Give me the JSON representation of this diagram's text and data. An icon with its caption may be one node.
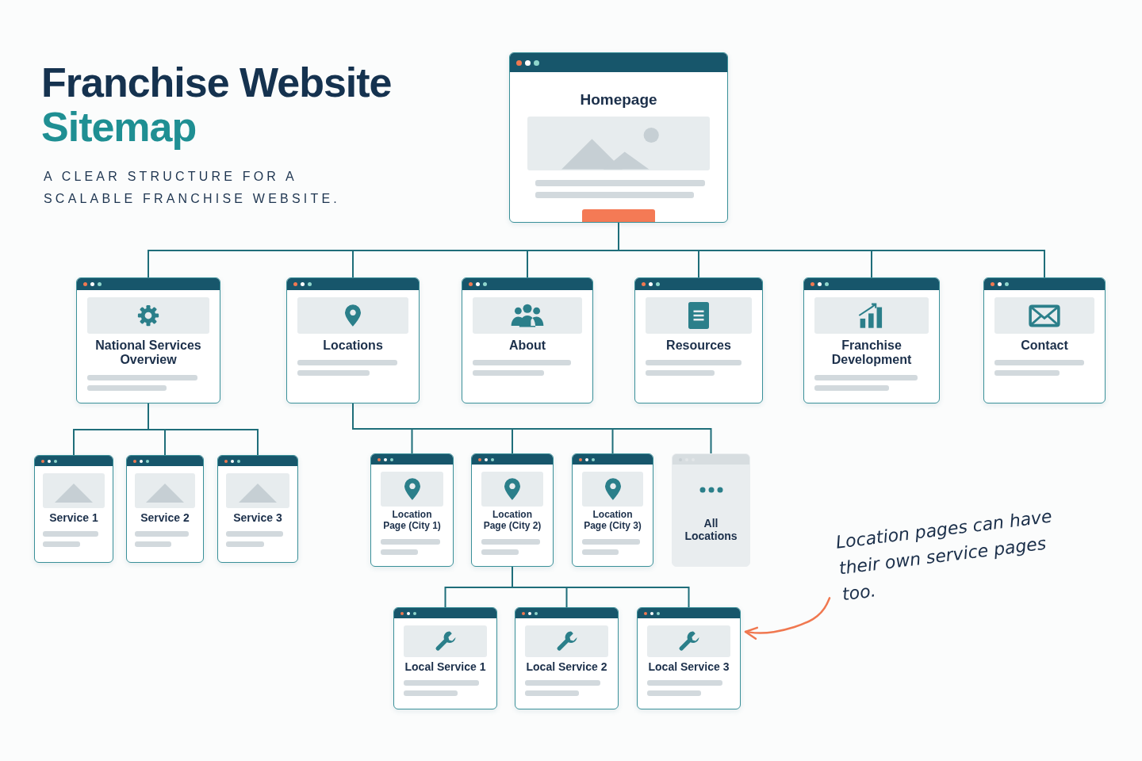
{
  "diagram": {
    "title": "Franchise Website Sitemap",
    "nodes": [
      {
        "text": [
          "Homepage"
        ]
      },
      {
        "text": [
          "National Services Overview"
        ]
      },
      {
        "text": [
          "Locations"
        ]
      },
      {
        "text": [
          "About"
        ]
      },
      {
        "text": [
          "Resources"
        ]
      },
      {
        "text": [
          "Franchise Development"
        ]
      },
      {
        "text": [
          "Contact"
        ]
      },
      {
        "text": [
          "Service 1"
        ]
      },
      {
        "text": [
          "Service 2"
        ]
      },
      {
        "text": [
          "Service 3"
        ]
      },
      {
        "text": [
          "Location Page (City 1)"
        ]
      },
      {
        "text": [
          "Location Page (City 2)"
        ]
      },
      {
        "text": [
          "Location Page (City 3)"
        ]
      },
      {
        "text": [
          "All Locations"
        ]
      },
      {
        "text": [
          "Local Service 1"
        ]
      },
      {
        "text": [
          "Local Service 2"
        ]
      },
      {
        "text": [
          "Local Service 3"
        ]
      },
      {
        "text": [
          "Location pages can have their own service pages too."
        ]
      }
    ],
    "edges": [
      {
        "from": 0,
        "to": 1,
        "arrow": "none"
      },
      {
        "from": 0,
        "to": 2,
        "arrow": "none"
      },
      {
        "from": 0,
        "to": 3,
        "arrow": "none"
      },
      {
        "from": 0,
        "to": 4,
        "arrow": "none"
      },
      {
        "from": 0,
        "to": 5,
        "arrow": "none"
      },
      {
        "from": 0,
        "to": 6,
        "arrow": "none"
      },
      {
        "from": 1,
        "to": 7,
        "arrow": "none"
      },
      {
        "from": 1,
        "to": 8,
        "arrow": "none"
      },
      {
        "from": 1,
        "to": 9,
        "arrow": "none"
      },
      {
        "from": 2,
        "to": 10,
        "arrow": "none"
      },
      {
        "from": 2,
        "to": 11,
        "arrow": "none"
      },
      {
        "from": 2,
        "to": 12,
        "arrow": "none"
      },
      {
        "from": 2,
        "to": 13,
        "arrow": "none"
      },
      {
        "from": 11,
        "to": 14,
        "arrow": "none"
      },
      {
        "from": 11,
        "to": 15,
        "arrow": "none"
      },
      {
        "from": 11,
        "to": 16,
        "arrow": "none"
      },
      {
        "from": 17,
        "to": 16,
        "arrow": "to",
        "color": "#f07850"
      }
    ],
    "labels": [
      "A CLEAR STRUCTURE FOR A SCALABLE FRANCHISE WEBSITE."
    ]
  }
}
